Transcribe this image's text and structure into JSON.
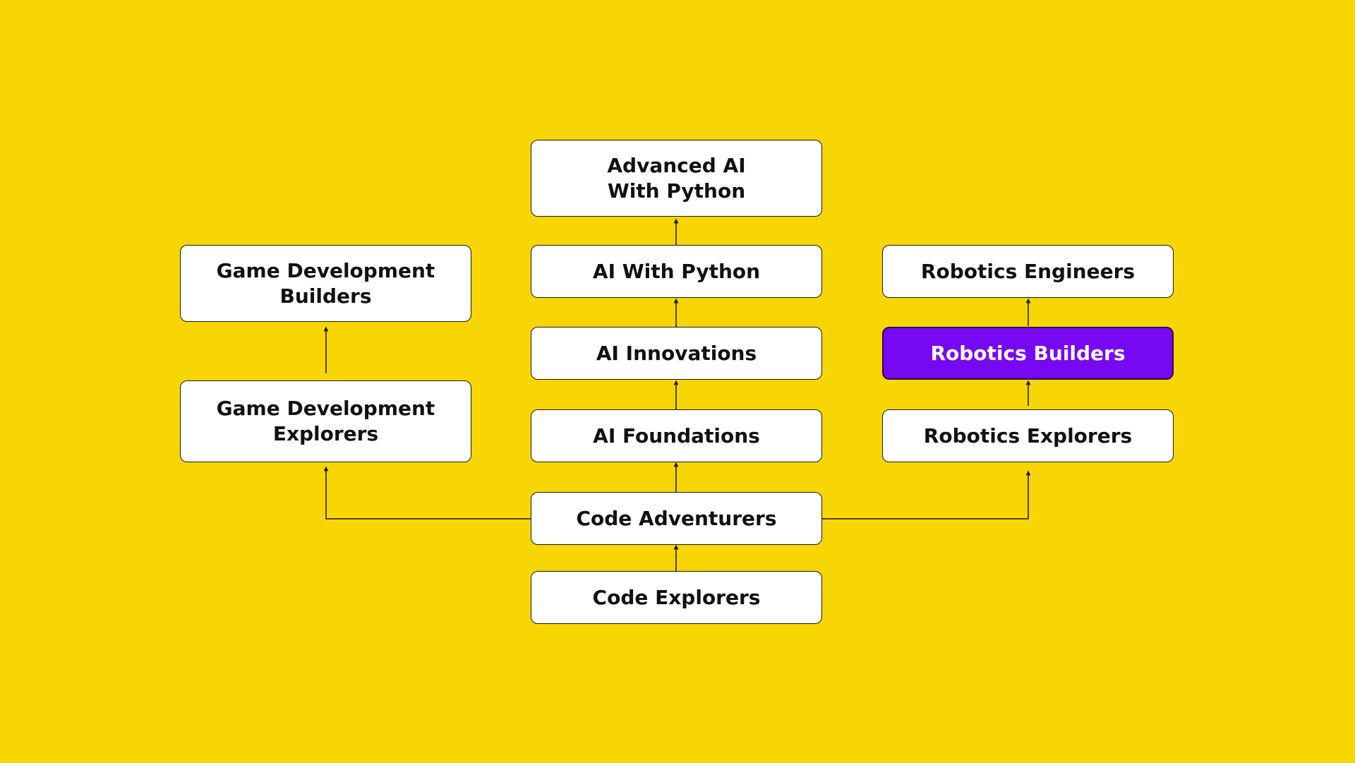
{
  "colors": {
    "background": "#F7D603",
    "node_fill": "#FFFFFF",
    "node_text": "#111111",
    "highlight_fill": "#7708F2",
    "highlight_text": "#FFFFFF",
    "line": "#1a1a1a"
  },
  "nodes": {
    "advanced_ai": "Advanced AI\nWith Python",
    "ai_python": "AI With Python",
    "ai_innovations": "AI Innovations",
    "ai_foundations": "AI Foundations",
    "code_adventurers": "Code Adventurers",
    "code_explorers": "Code Explorers",
    "game_builders": "Game Development\nBuilders",
    "game_explorers": "Game Development\nExplorers",
    "robotics_engineers": "Robotics Engineers",
    "robotics_builders": "Robotics Builders",
    "robotics_explorers": "Robotics Explorers"
  },
  "highlighted": "robotics_builders",
  "edges": [
    {
      "from": "code_explorers",
      "to": "code_adventurers"
    },
    {
      "from": "code_adventurers",
      "to": "ai_foundations"
    },
    {
      "from": "ai_foundations",
      "to": "ai_innovations"
    },
    {
      "from": "ai_innovations",
      "to": "ai_python"
    },
    {
      "from": "ai_python",
      "to": "advanced_ai"
    },
    {
      "from": "code_adventurers",
      "to": "game_explorers"
    },
    {
      "from": "game_explorers",
      "to": "game_builders"
    },
    {
      "from": "code_adventurers",
      "to": "robotics_explorers"
    },
    {
      "from": "robotics_explorers",
      "to": "robotics_builders"
    },
    {
      "from": "robotics_builders",
      "to": "robotics_engineers"
    }
  ]
}
